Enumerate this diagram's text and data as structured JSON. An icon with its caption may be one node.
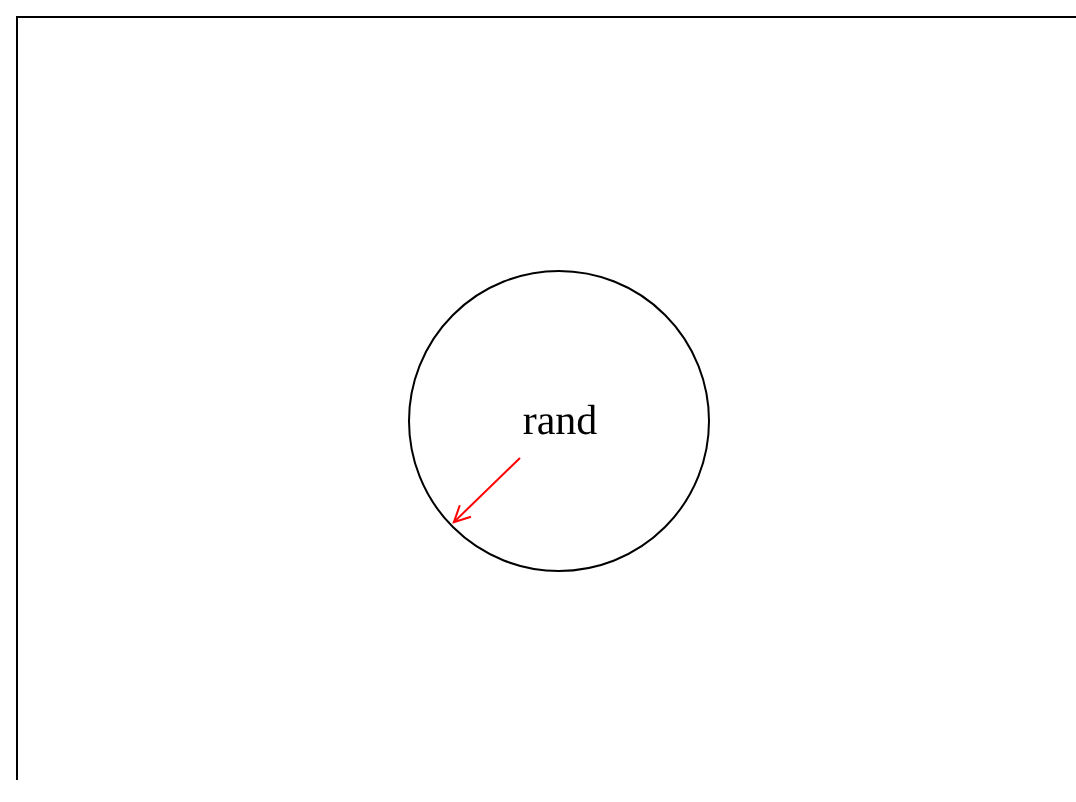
{
  "diagram": {
    "nodes": [
      {
        "text": [],
        "shape": "circle"
      },
      {
        "text": [
          "rand"
        ],
        "in": 0
      }
    ],
    "edges": [
      {
        "from": 1,
        "to": 0,
        "arrow": "to",
        "color": "#ff0000"
      }
    ]
  }
}
